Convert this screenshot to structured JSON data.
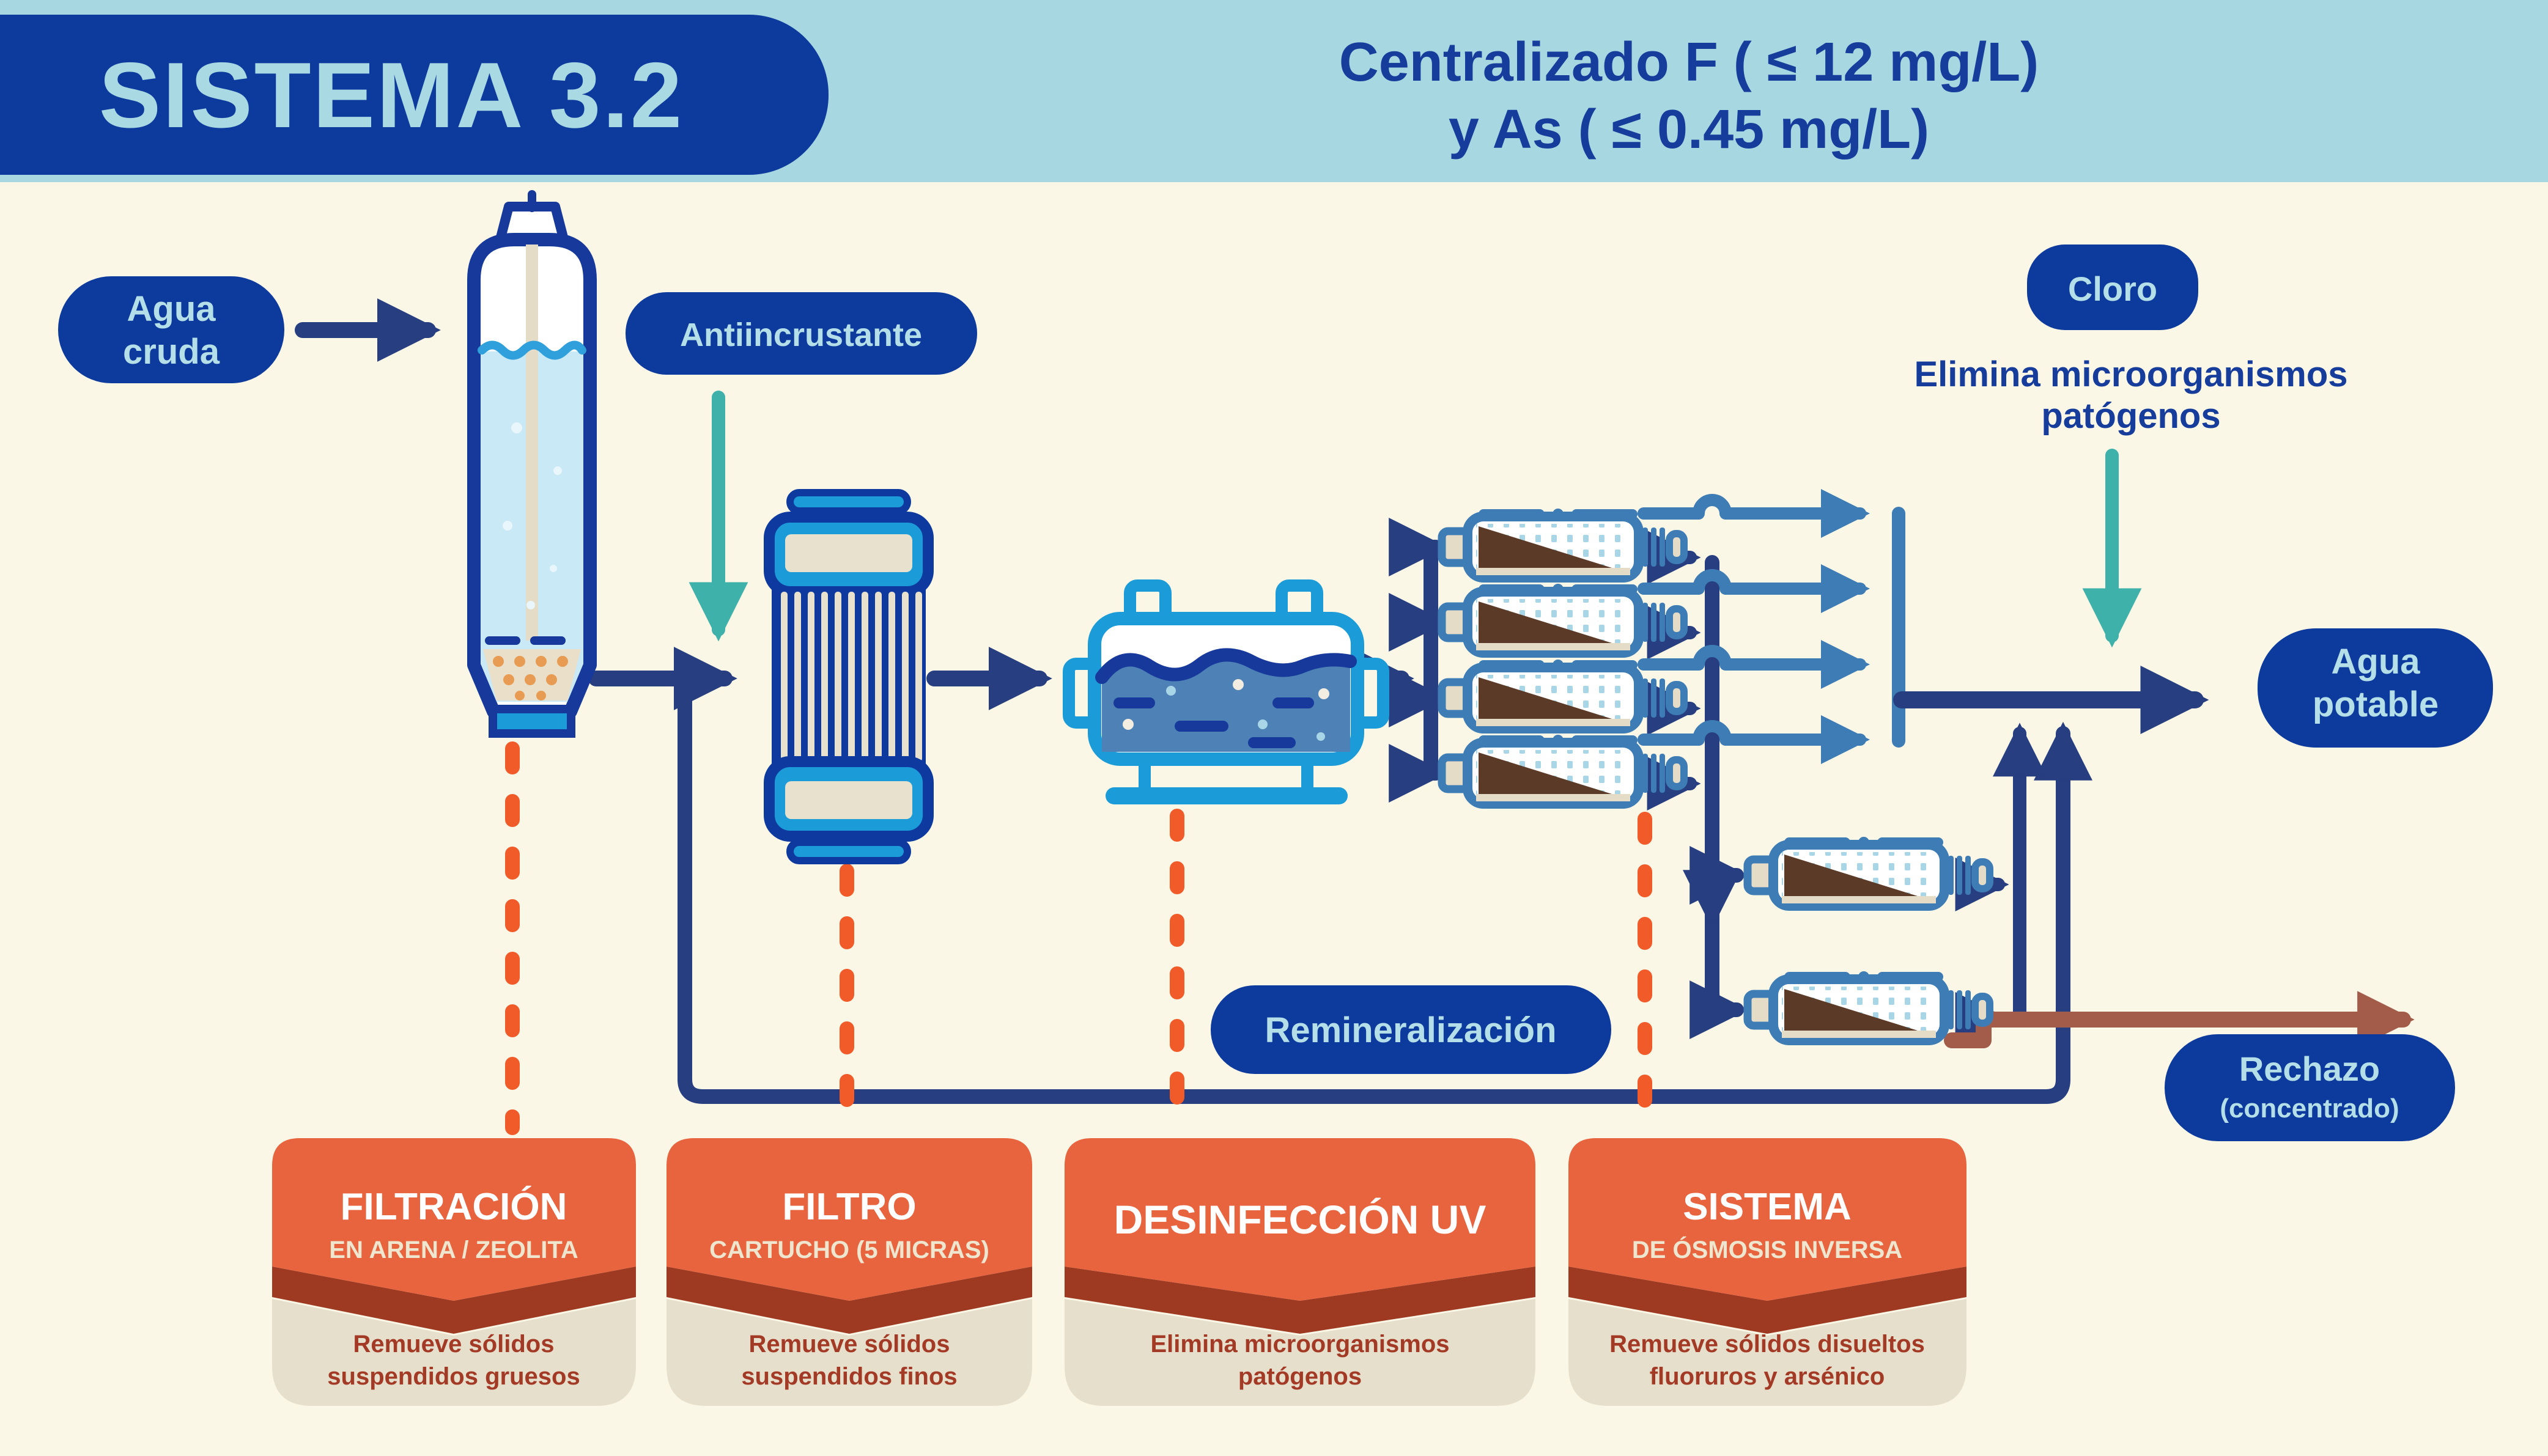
{
  "header": {
    "title": "SISTEMA 3.2",
    "banner_line1": "Centralizado F ( ≤ 12 mg/L)",
    "banner_line2": "y As ( ≤ 0.45 mg/L)"
  },
  "labels": {
    "agua_cruda_line1": "Agua",
    "agua_cruda_line2": "cruda",
    "antiincrustante": "Antiincrustante",
    "cloro": "Cloro",
    "cloro_note_line1": "Elimina microorganismos",
    "cloro_note_line2": "patógenos",
    "agua_potable_line1": "Agua",
    "agua_potable_line2": "potable",
    "remineralizacion": "Remineralización",
    "rechazo_line1": "Rechazo",
    "rechazo_line2": "(concentrado)"
  },
  "process_cards": [
    {
      "title": "FILTRACIÓN",
      "subtitle": "EN ARENA / ZEOLITA",
      "description_line1": "Remueve sólidos",
      "description_line2": "suspendidos gruesos"
    },
    {
      "title": "FILTRO",
      "subtitle": "CARTUCHO (5 MICRAS)",
      "description_line1": "Remueve sólidos",
      "description_line2": "suspendidos finos"
    },
    {
      "title": "DESINFECCIÓN UV",
      "subtitle": "",
      "description_line1": "Elimina microorganismos",
      "description_line2": "patógenos"
    },
    {
      "title": "SISTEMA",
      "subtitle": "DE ÓSMOSIS INVERSA",
      "description_line1": "Remueve sólidos disueltos",
      "description_line2": "fluoruros y arsénico"
    }
  ],
  "icons": {
    "sand_filter_tank": "sand-zeolite-filter-tank-icon",
    "cartridge_filter": "cartridge-filter-icon",
    "uv_chamber": "uv-disinfection-chamber-icon",
    "ro_vessel": "reverse-osmosis-membrane-vessel-icon"
  },
  "colors": {
    "background": "#FBF7E6",
    "banner": "#A7D8E1",
    "pill_blue": "#0D3A9D",
    "pill_text": "#B5DFE8",
    "flow_navy": "#273E80",
    "permeate_blue": "#3E7CB5",
    "bright_blue": "#1B9CD8",
    "teal": "#3EB1AB",
    "dosing_orange": "#F15A29",
    "card_orange": "#E8643F",
    "card_band_red": "#9E3A22",
    "card_beige": "#E6DFCC",
    "card_text_red": "#A33A26",
    "reject_brown": "#A35C49",
    "membrane_brown": "#5B3A27"
  }
}
